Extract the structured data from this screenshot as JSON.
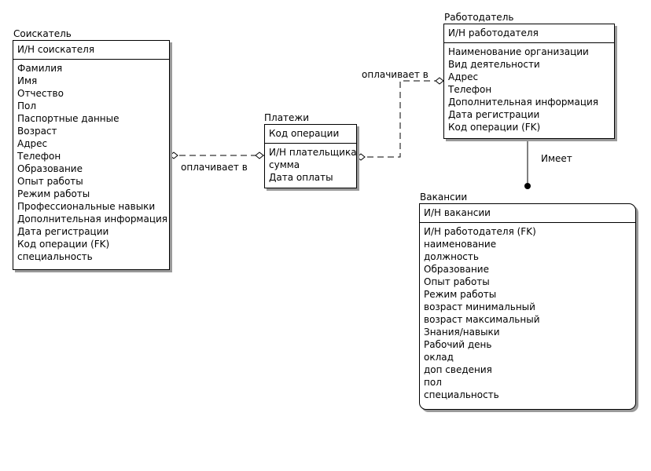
{
  "entities": {
    "applicant": {
      "title": "Соискатель",
      "key": "И/Н соискателя",
      "attributes": [
        "Фамилия",
        "Имя",
        "Отчество",
        "Пол",
        "Паспортные данные",
        "Возраст",
        "Адрес",
        "Телефон",
        "Образование",
        "Опыт работы",
        "Режим работы",
        "Профессиональные навыки",
        "Дополнительная информация",
        "Дата регистрации",
        "Код операции (FK)",
        "специальность"
      ]
    },
    "payments": {
      "title": "Платежи",
      "key": "Код операции",
      "attributes": [
        "И/Н плательщика",
        "сумма",
        "Дата оплаты"
      ]
    },
    "employer": {
      "title": "Работодатель",
      "key": "И/Н работодателя",
      "attributes": [
        "Наименование организации",
        "Вид деятельности",
        "Адрес",
        "Телефон",
        "Дополнительная информация",
        "Дата регистрации",
        "Код операции (FK)"
      ]
    },
    "vacancies": {
      "title": "Вакансии",
      "key": "И/Н вакансии",
      "attributes": [
        "И/Н работодателя (FK)",
        "наименование",
        "должность",
        "Образование",
        "Опыт работы",
        "Режим работы",
        "возраст минимальный",
        "возраст максимальный",
        "Знания/навыки",
        "Рабочий день",
        "оклад",
        "доп сведения",
        "пол",
        "специальность"
      ]
    }
  },
  "relationships": {
    "applicant_payments": "оплачивает в",
    "employer_payments": "оплачивает в",
    "employer_vacancies": "Имеет"
  }
}
